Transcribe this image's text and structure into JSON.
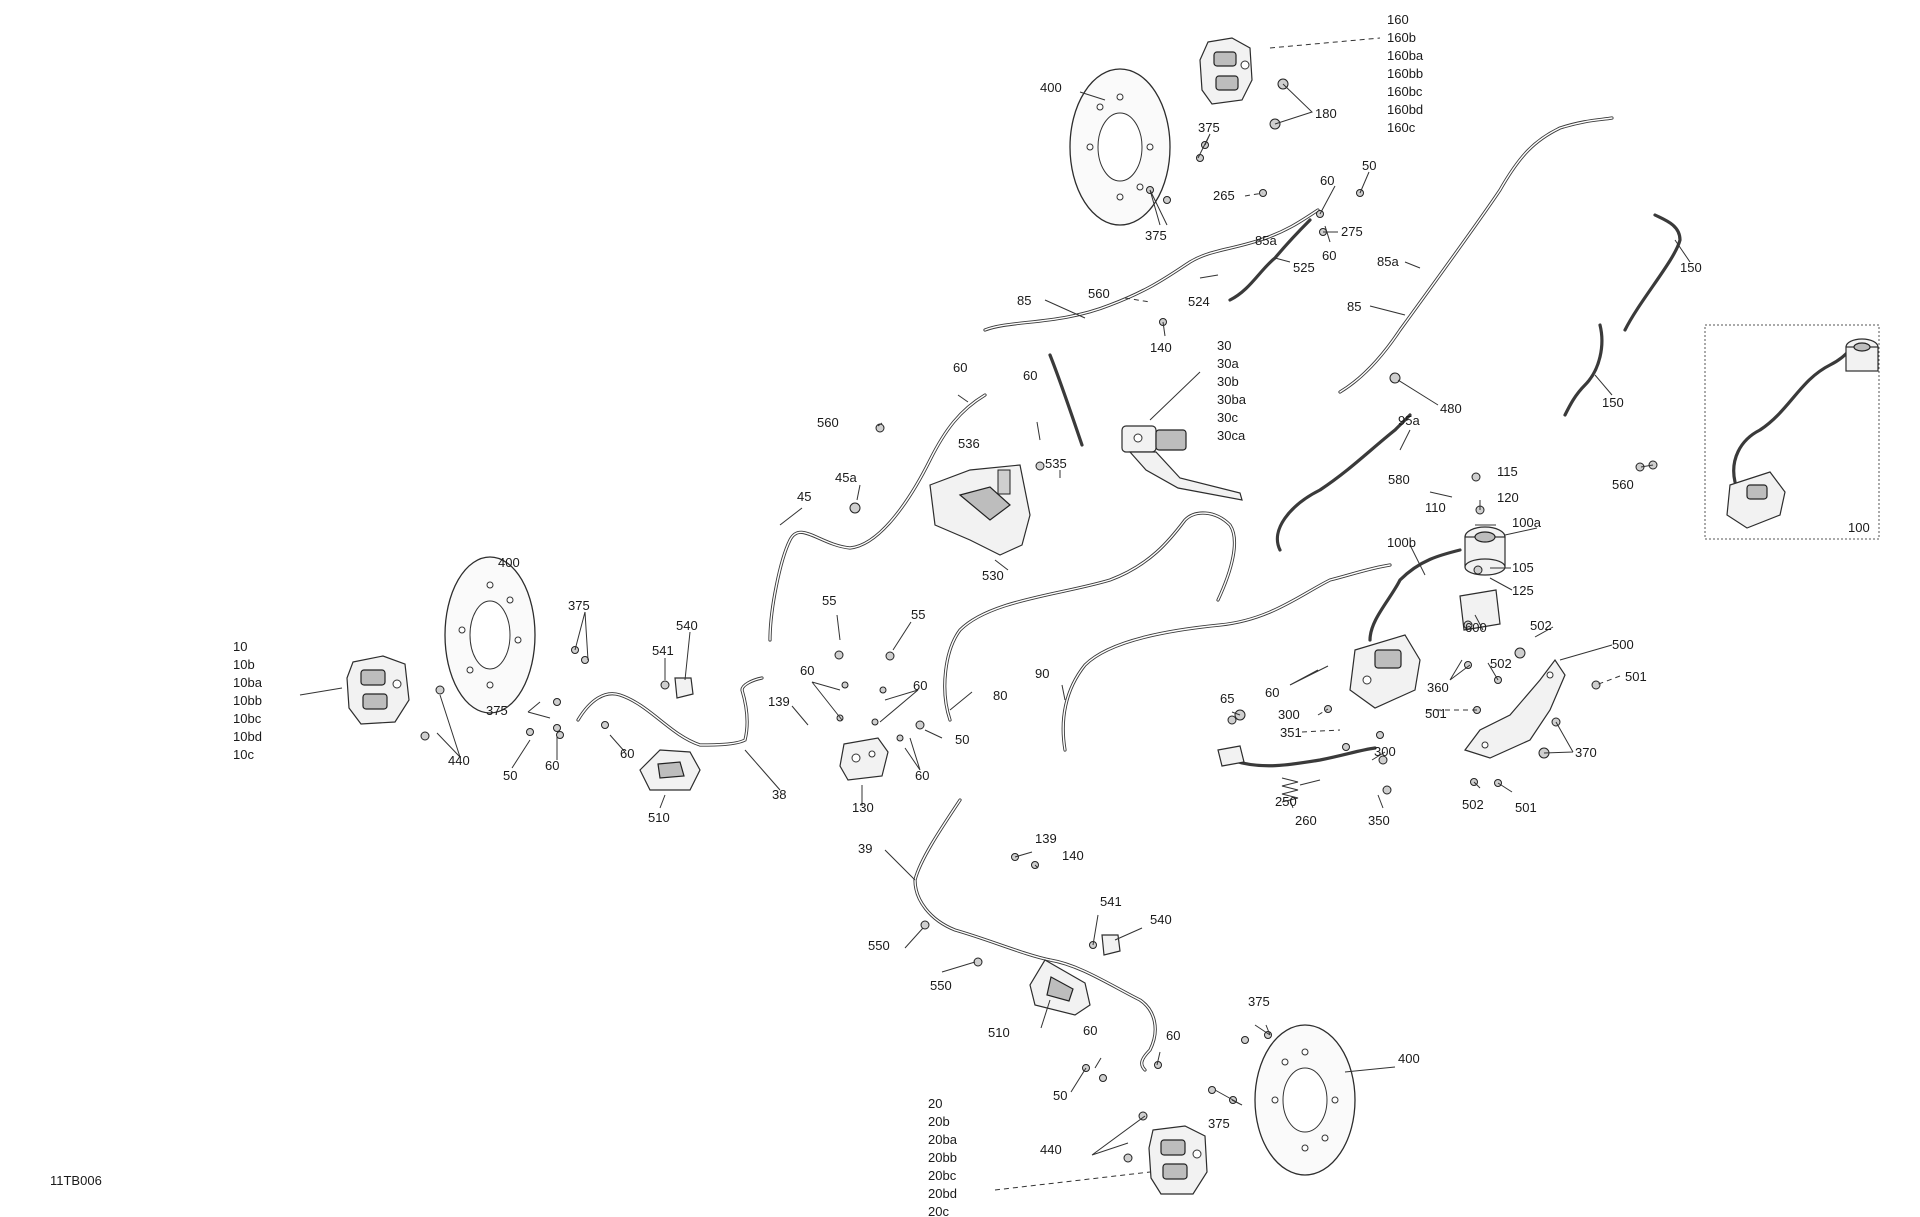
{
  "diagram_code": "11TB006",
  "callouts": {
    "c160_group": [
      "160",
      "160b",
      "160ba",
      "160bb",
      "160bc",
      "160bd",
      "160c"
    ],
    "c400_top": "400",
    "c375_a": "375",
    "c180": "180",
    "c60_a": "60",
    "c50_a": "50",
    "c265": "265",
    "c275": "275",
    "c375_b": "375",
    "c85a_a": "85a",
    "c60_b": "60",
    "c525": "525",
    "c524": "524",
    "c560_a": "560",
    "c85_a": "85",
    "c140_a": "140",
    "c30_group": [
      "30",
      "30a",
      "30b",
      "30ba",
      "30c",
      "30ca"
    ],
    "c85a_b": "85a",
    "c85_b": "85",
    "c480": "480",
    "c150_a": "150",
    "c150_b": "150",
    "c100": "100",
    "c560_b": "560",
    "c60_c": "60",
    "c60_d": "60",
    "c560_c": "560",
    "c536": "536",
    "c535": "535",
    "c45a": "45a",
    "c45": "45",
    "c530": "530",
    "c95a": "95a",
    "c580": "580",
    "c115": "115",
    "c110": "110",
    "c120": "120",
    "c100a": "100a",
    "c100b": "100b",
    "c105": "105",
    "c125": "125",
    "c600": "600",
    "c502_a": "502",
    "c500": "500",
    "c360": "360",
    "c502_b": "502",
    "c501_a": "501",
    "c501_b": "501",
    "c370": "370",
    "c502_c": "502",
    "c501_c": "501",
    "c60_e": "60",
    "c300_a": "300",
    "c351": "351",
    "c300_b": "300",
    "c65": "65",
    "c250": "250",
    "c260": "260",
    "c350": "350",
    "c90": "90",
    "c80": "80",
    "c400_left": "400",
    "c375_c": "375",
    "c540_a": "540",
    "c541_a": "541",
    "c10_group": [
      "10",
      "10b",
      "10ba",
      "10bb",
      "10bc",
      "10bd",
      "10c"
    ],
    "c375_d": "375",
    "c440_a": "440",
    "c50_b": "50",
    "c60_f": "60",
    "c60_g": "60",
    "c510_a": "510",
    "c38": "38",
    "c55_a": "55",
    "c55_b": "55",
    "c60_h": "60",
    "c60_i": "60",
    "c139_a": "139",
    "c50_c": "50",
    "c60_j": "60",
    "c130": "130",
    "c39": "39",
    "c139_b": "139",
    "c140_b": "140",
    "c541_b": "541",
    "c540_b": "540",
    "c550_a": "550",
    "c550_b": "550",
    "c510_b": "510",
    "c60_k": "60",
    "c60_l": "60",
    "c375_e": "375",
    "c400_bottom": "400",
    "c50_d": "50",
    "c375_f": "375",
    "c440_b": "440",
    "c20_group": [
      "20",
      "20b",
      "20ba",
      "20bb",
      "20bc",
      "20bd",
      "20c"
    ]
  }
}
